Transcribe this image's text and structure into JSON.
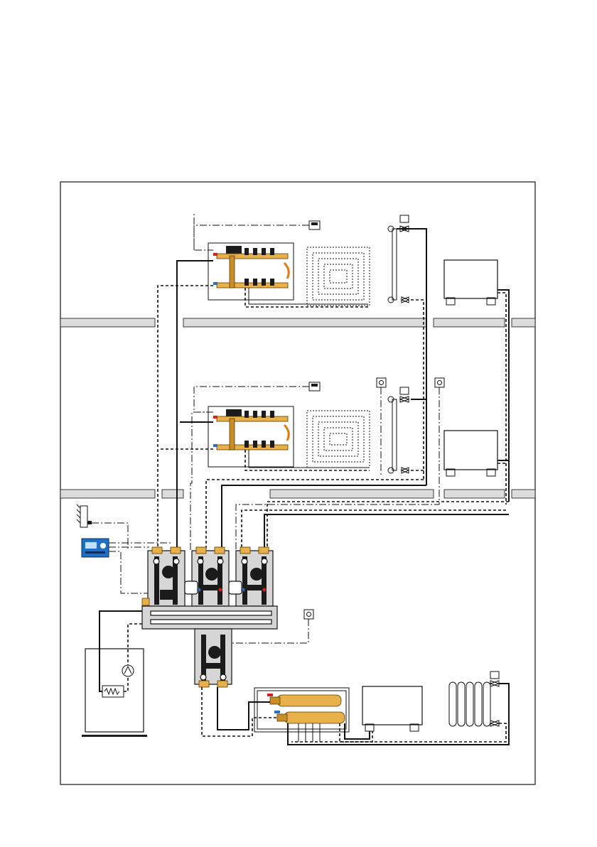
{
  "diagram": {
    "type": "hydronic heating system schematic",
    "floors": 3,
    "components": {
      "heat_source": "boiler-with-pump",
      "controller": "climate-controller",
      "outdoor_sensor": "outdoor-temperature-sensor",
      "manifolds": [
        "upper-floor-underfloor-manifold",
        "middle-floor-underfloor-manifold",
        "ground-floor-radiator-manifold"
      ],
      "pump_groups": 4,
      "hydraulic_separator": "distribution-header",
      "emitters": [
        "underfloor-coil",
        "towel-rail",
        "fan-coil",
        "column-radiator"
      ],
      "room_thermostats": 5
    },
    "colors": {
      "brass": "#e8b04a",
      "hot": "#d3231c",
      "cold": "#2a6fc9",
      "controller": "#1f6fc4",
      "insulation": "#d6d6d6"
    }
  }
}
